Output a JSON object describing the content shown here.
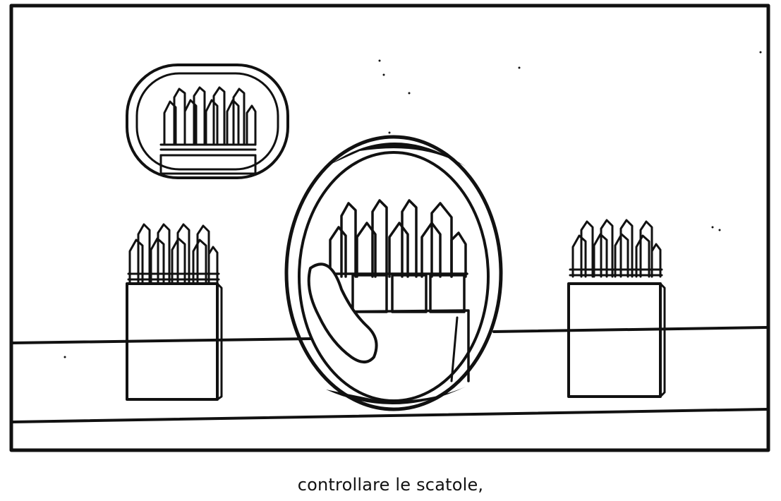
{
  "caption": "controllare le scatole,",
  "colors": {
    "ink": "#111111",
    "paper": "#ffffff"
  },
  "illustration": {
    "style": "black-and-white line drawing",
    "objects": [
      "crayon-box-left",
      "crayon-box-center-magnified",
      "crayon-box-right",
      "thought-bubble-crayons",
      "hand-icon",
      "shelf"
    ]
  }
}
